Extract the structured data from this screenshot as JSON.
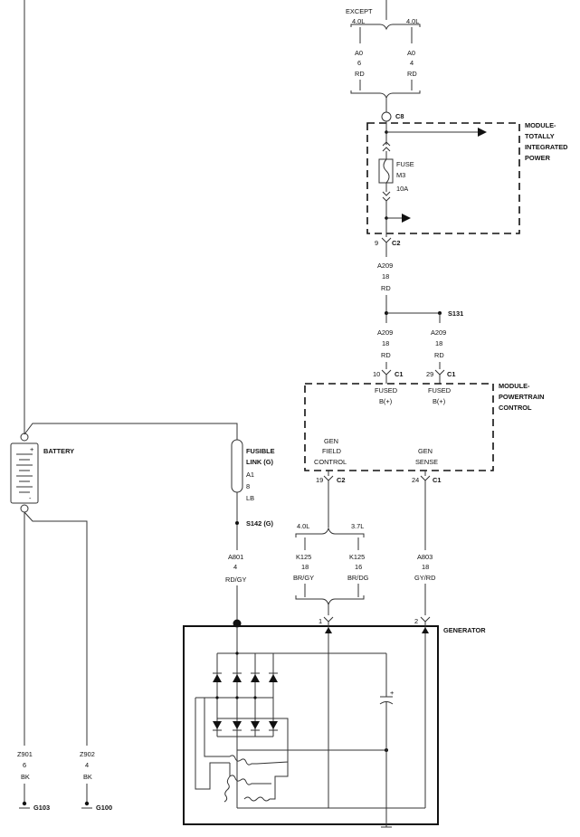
{
  "top": {
    "except": "EXCEPT",
    "left_engine": "4.0L",
    "right_engine": "4.0L"
  },
  "top_wires": {
    "left": {
      "circuit": "A0",
      "gauge": "6",
      "color": "RD"
    },
    "right": {
      "circuit": "A0",
      "gauge": "4",
      "color": "RD"
    }
  },
  "tipm": {
    "connector": "C8",
    "title_lines": [
      "MODULE-",
      "TOTALLY",
      "INTEGRATED",
      "POWER"
    ],
    "fuse_lines": [
      "FUSE",
      "M3",
      "10A"
    ],
    "out_pin": "9",
    "out_connector": "C2"
  },
  "a209_wire": {
    "circuit": "A209",
    "gauge": "18",
    "color": "RD"
  },
  "splice": "S131",
  "pcm_feeds": [
    {
      "circuit": "A209",
      "gauge": "18",
      "color": "RD",
      "pin": "10",
      "connector": "C1"
    },
    {
      "circuit": "A209",
      "gauge": "18",
      "color": "RD",
      "pin": "29",
      "connector": "C1"
    }
  ],
  "pcm": {
    "title_lines": [
      "MODULE-",
      "POWERTRAIN",
      "CONTROL"
    ],
    "fused_1": [
      "FUSED",
      "B(+)"
    ],
    "fused_2": [
      "FUSED",
      "B(+)"
    ],
    "field_lines": [
      "GEN",
      "FIELD",
      "CONTROL"
    ],
    "sense_lines": [
      "GEN",
      "SENSE"
    ],
    "field_pin": "19",
    "field_connector": "C2",
    "sense_pin": "24",
    "sense_connector": "C1"
  },
  "battery": {
    "label": "BATTERY",
    "plus": "+",
    "minus": "-"
  },
  "fusible_link": {
    "lines": [
      "FUSIBLE",
      "LINK (G)",
      "A1",
      "8",
      "LB"
    ]
  },
  "s142": "S142 (G)",
  "a801": {
    "circuit": "A801",
    "gauge": "4",
    "color": "RD/GY"
  },
  "k125_split": {
    "left_engine": "4.0L",
    "right_engine": "3.7L"
  },
  "k125_left": {
    "circuit": "K125",
    "gauge": "18",
    "color": "BR/GY"
  },
  "k125_right": {
    "circuit": "K125",
    "gauge": "16",
    "color": "BR/DG"
  },
  "a803": {
    "circuit": "A803",
    "gauge": "18",
    "color": "GY/RD"
  },
  "generator": {
    "label": "GENERATOR",
    "pin1": "1",
    "pin2": "2"
  },
  "grounds": [
    {
      "circuit": "Z901",
      "gauge": "6",
      "color": "BK",
      "ground": "G103"
    },
    {
      "circuit": "Z902",
      "gauge": "4",
      "color": "BK",
      "ground": "G100"
    }
  ]
}
